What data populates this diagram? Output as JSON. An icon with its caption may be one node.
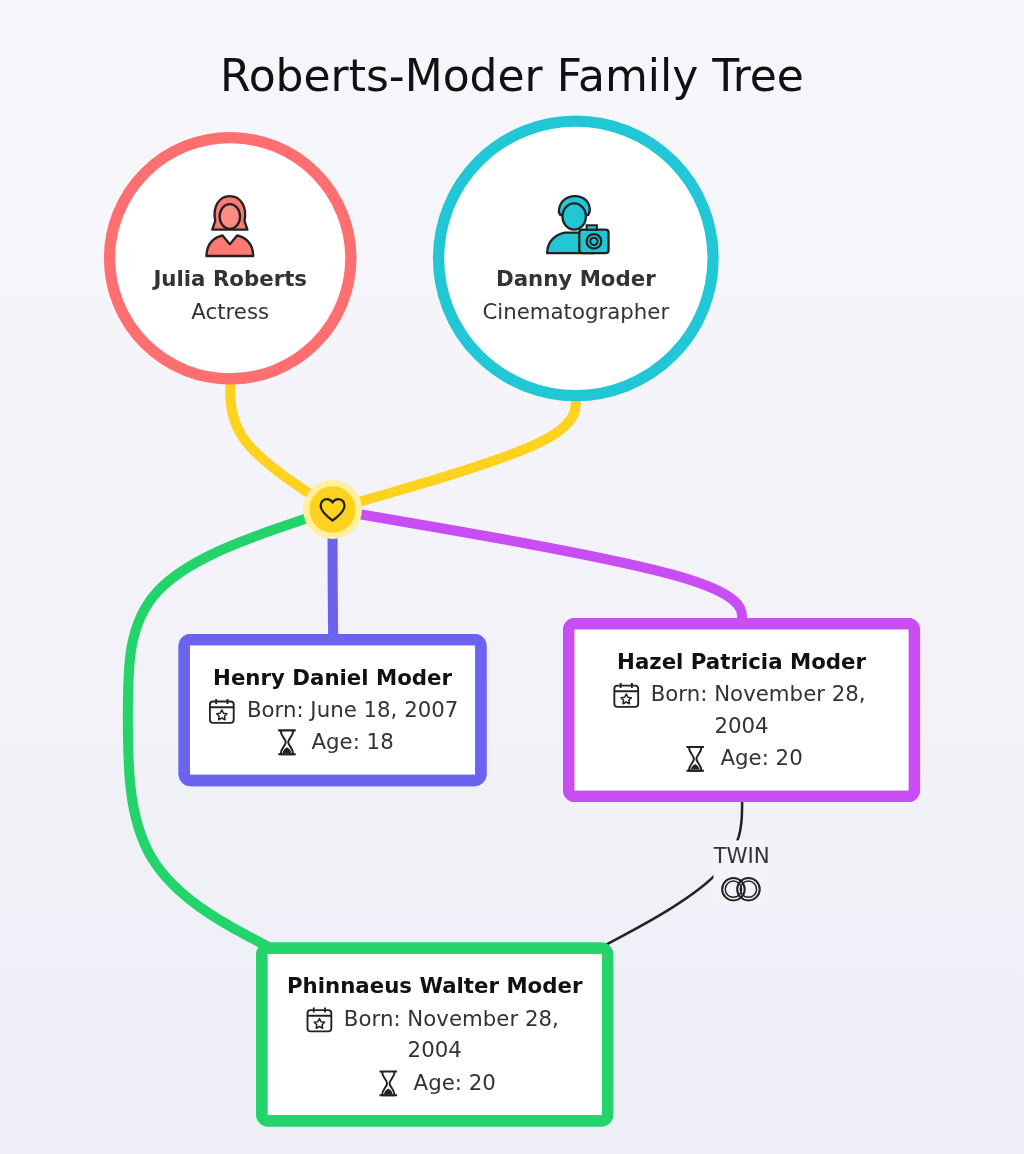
{
  "diagram": {
    "title": "Roberts-Moder Family Tree",
    "nodes": [
      {
        "text": [
          "Julia Roberts",
          "Actress"
        ]
      },
      {
        "text": [
          "Danny Moder",
          "Cinematographer"
        ]
      },
      {
        "text": [],
        "shape": "circle"
      },
      {
        "text": [
          "Hazel Patricia Moder",
          "Born: November 28, 2004",
          "Age: 20"
        ]
      },
      {
        "text": [
          "Phinnaeus Walter Moder",
          "Born: November 28, 2004",
          "Age: 20"
        ]
      },
      {
        "text": [
          "Henry Daniel Moder",
          "Born: June 18, 2007",
          "Age: 18"
        ]
      }
    ],
    "edges": [
      {
        "from": 0,
        "to": 2,
        "arrow": "none",
        "color": "#ffd21f"
      },
      {
        "from": 1,
        "to": 2,
        "arrow": "none",
        "color": "#ffd21f"
      },
      {
        "from": 2,
        "to": 3,
        "arrow": "none",
        "color": "#c84df5"
      },
      {
        "from": 2,
        "to": 4,
        "arrow": "none",
        "color": "#22d46a"
      },
      {
        "from": 2,
        "to": 5,
        "arrow": "none",
        "color": "#6b63f0"
      },
      {
        "from": 3,
        "to": 4,
        "label": "TWIN",
        "arrow": "none",
        "color": "#222222"
      }
    ]
  }
}
